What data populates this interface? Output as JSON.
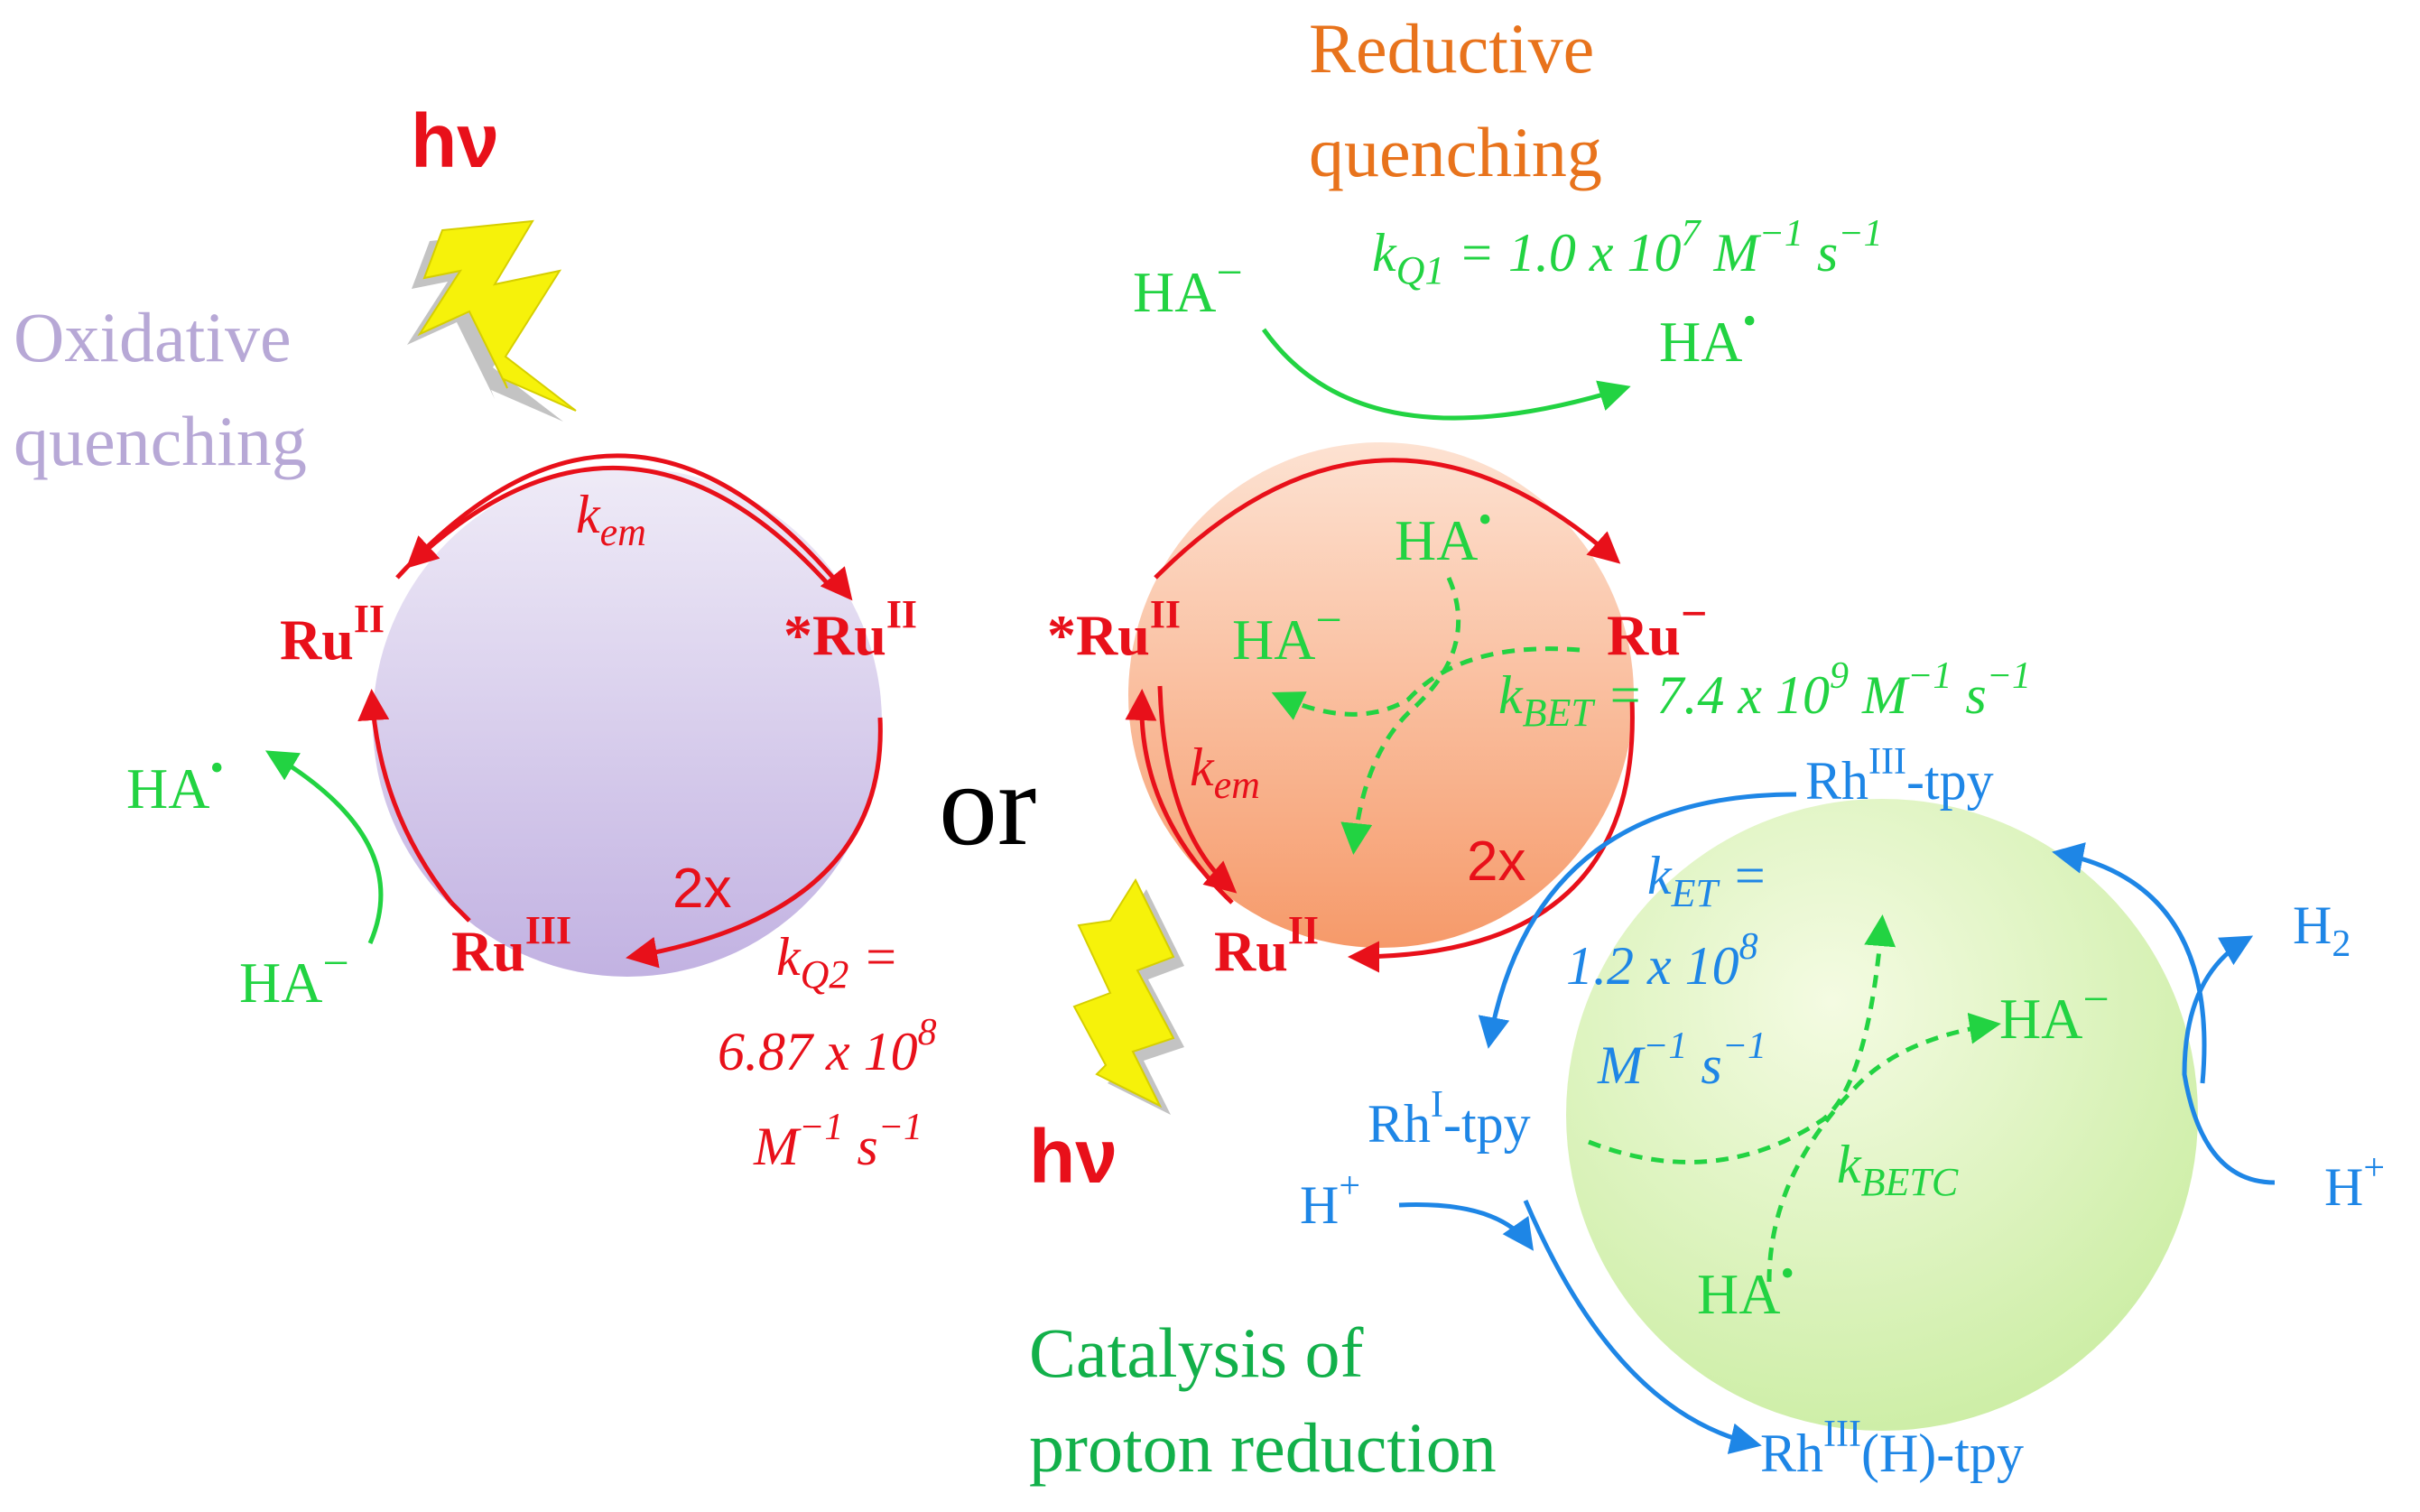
{
  "colors": {
    "red": "#e8101a",
    "green": "#22d342",
    "blue": "#1e86e6",
    "orange": "#e8731c",
    "lavender": "#b7a8d6",
    "dark_green": "#12b04a",
    "bolt": "#f6f20a",
    "black": "#000000"
  },
  "labels": {
    "hv": "hν",
    "oxidative_1": "Oxidative",
    "oxidative_2": "quenching",
    "reductive_1": "Reductive",
    "reductive_2": "quenching",
    "or": "or",
    "ru": "Ru",
    "star_ru": "*Ru",
    "sup_II": "II",
    "sup_III": "III",
    "sup_minus": "−",
    "two_x": "2x",
    "k": "k",
    "em": "em",
    "q1": "Q1",
    "q2": "Q2",
    "bet": "BET",
    "et": "ET",
    "betc": "BETC",
    "equals": "=",
    "kq1_value": " = 1.0 x 10",
    "exp_7": "7",
    "exp_8": "8",
    "exp_9": "9",
    "M": "M",
    "s": "s",
    "minus_one": "−1",
    "kbet_value": " = 7.4 x 10",
    "kq2_value": "6.87 x 10",
    "ket_value": "1.2 x 10",
    "ha": "HA",
    "dot": "•",
    "minus": "−",
    "rh": "Rh",
    "sup_I": "I",
    "tpy": "-tpy",
    "h_tpy": "(H)-tpy",
    "H": "H",
    "sub_2": "2",
    "plus": "+",
    "catalysis_1": "Catalysis of",
    "catalysis_2": "proton reduction"
  }
}
